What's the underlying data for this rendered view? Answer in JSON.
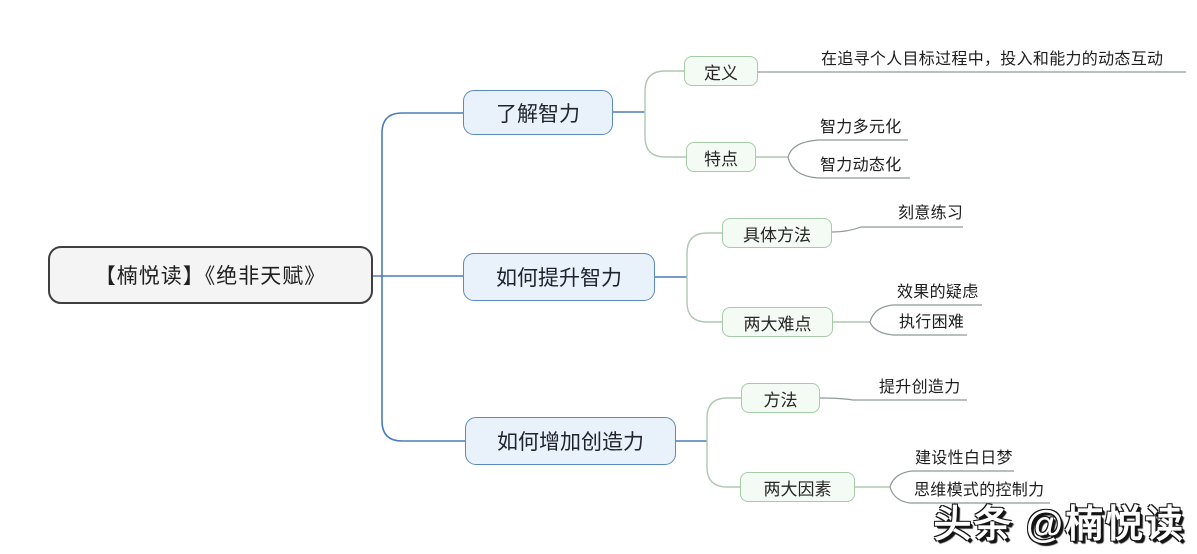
{
  "root": {
    "label": "【楠悦读】《绝非天赋》"
  },
  "branches": [
    {
      "label": "了解智力",
      "children": [
        {
          "label": "定义",
          "leaves": [
            "在追寻个人目标过程中，投入和能力的动态互动"
          ]
        },
        {
          "label": "特点",
          "leaves": [
            "智力多元化",
            "智力动态化"
          ]
        }
      ]
    },
    {
      "label": "如何提升智力",
      "children": [
        {
          "label": "具体方法",
          "leaves": [
            "刻意练习"
          ]
        },
        {
          "label": "两大难点",
          "leaves": [
            "效果的疑虑",
            "执行困难"
          ]
        }
      ]
    },
    {
      "label": "如何增加创造力",
      "children": [
        {
          "label": "方法",
          "leaves": [
            "提升创造力"
          ]
        },
        {
          "label": "两大因素",
          "leaves": [
            "建设性白日梦",
            "思维模式的控制力"
          ]
        }
      ]
    }
  ],
  "watermark": "头条 @楠悦读",
  "colors": {
    "line-blue": "#4a7db8",
    "blue-border": "#5b8ac0",
    "blue-fill": "#e9f1fb",
    "line-green": "#aec8b0",
    "green-border": "#a5cba7",
    "green-fill": "#f4faf4",
    "line-gray": "#8f9898",
    "root-border": "#3f3f3f",
    "root-fill": "#f4f4f4"
  }
}
